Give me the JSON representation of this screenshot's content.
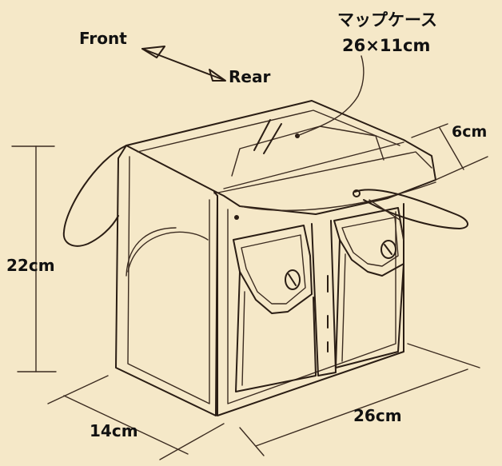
{
  "labels": {
    "front": "Front",
    "rear": "Rear",
    "map_case_name": "マップケース",
    "map_case_size": "26×11cm",
    "depth_top": "6cm",
    "height": "22cm",
    "width_side": "14cm",
    "length_bottom": "26cm"
  },
  "colors": {
    "paper": "#f5e8c8",
    "ink": "#2a1d14"
  }
}
